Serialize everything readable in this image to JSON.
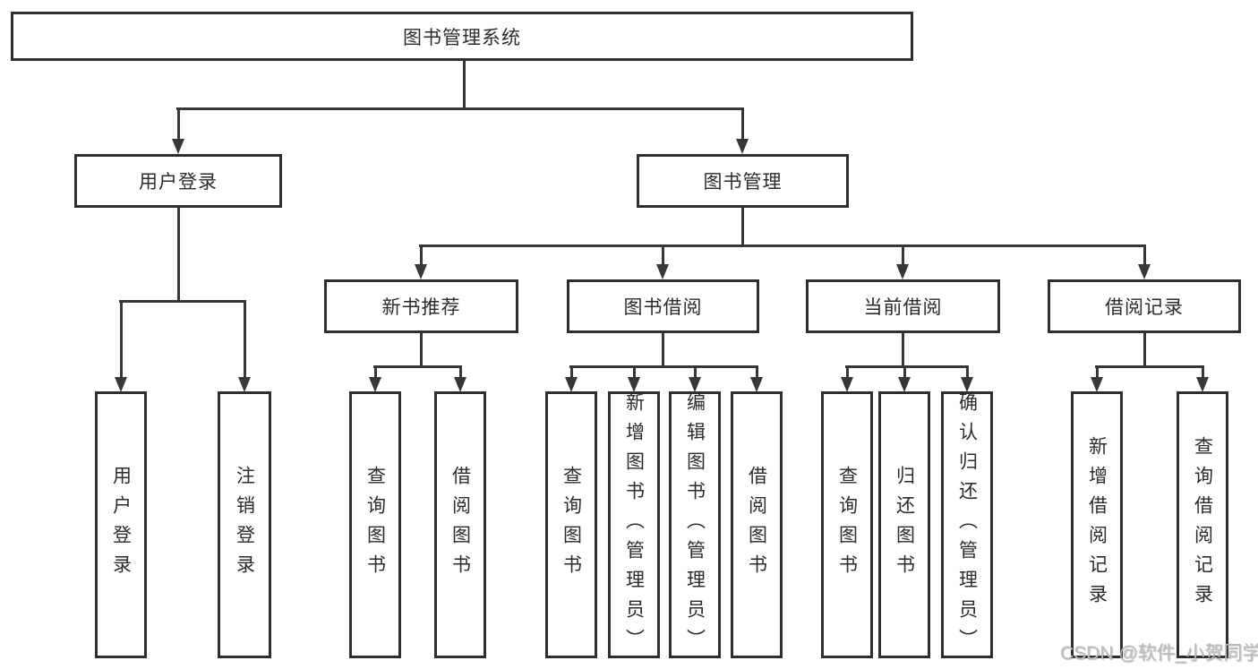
{
  "tree": {
    "root": "图书管理系统",
    "children": [
      {
        "label": "用户登录",
        "children": [
          "用户登录",
          "注销登录"
        ]
      },
      {
        "label": "图书管理",
        "children": [
          {
            "label": "新书推荐",
            "children": [
              "查询图书",
              "借阅图书"
            ]
          },
          {
            "label": "图书借阅",
            "children": [
              "查询图书",
              "新增图书（管理员）",
              "编辑图书（管理员）",
              "借阅图书"
            ]
          },
          {
            "label": "当前借阅",
            "children": [
              "查询图书",
              "归还图书",
              "确认归还（管理员）"
            ]
          },
          {
            "label": "借阅记录",
            "children": [
              "新增借阅记录",
              "查询借阅记录"
            ]
          }
        ]
      }
    ]
  },
  "watermark": "CSDN @软件_小贺同学",
  "colors": {
    "line": "#373737",
    "border": "#2e2e2e",
    "text": "#2b2b2b",
    "watermark": "#bcbcbc",
    "background": "#ffffff"
  }
}
